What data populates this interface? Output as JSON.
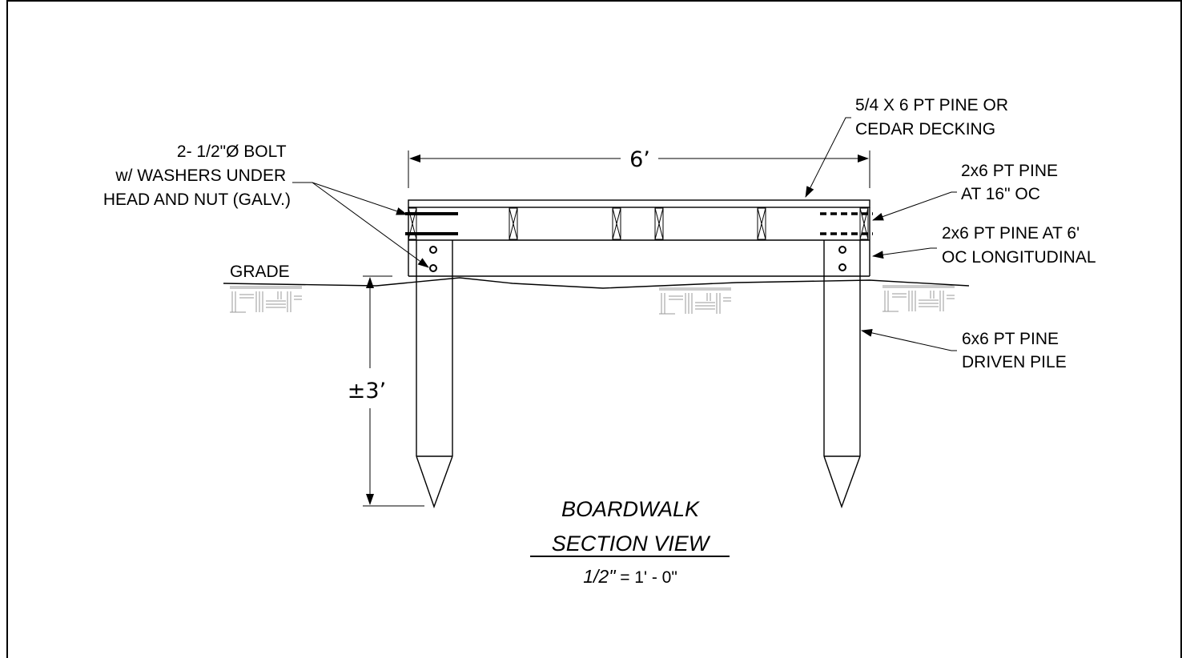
{
  "drawing": {
    "dimensions": {
      "width": "6’",
      "depth": "±3’"
    },
    "labels": {
      "decking": [
        "5/4 X 6 PT PINE OR",
        "CEDAR DECKING"
      ],
      "joists": [
        "2x6 PT PINE",
        "AT 16\" OC"
      ],
      "beams": [
        "2x6 PT PINE AT 6'",
        "OC LONGITUDINAL"
      ],
      "piles": [
        "6x6 PT PINE",
        "DRIVEN PILE"
      ],
      "bolts": [
        "2- 1/2\"Ø BOLT",
        "w/ WASHERS UNDER",
        "HEAD AND NUT (GALV.)"
      ],
      "grade": "GRADE"
    },
    "title": {
      "line1": "BOARDWALK",
      "line2": "SECTION VIEW",
      "scale_italic": "1/2\"",
      "scale_rest": " = 1' - 0\""
    }
  }
}
